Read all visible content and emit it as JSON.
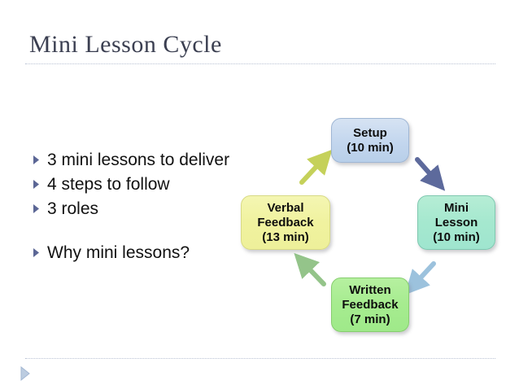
{
  "slide": {
    "title": "Mini Lesson Cycle"
  },
  "bullets": [
    {
      "text": "3 mini lessons to deliver",
      "marker": "triangle-right-bullet",
      "spaced": false
    },
    {
      "text": "4 steps to follow",
      "marker": "triangle-right-bullet",
      "spaced": false
    },
    {
      "text": "3 roles",
      "marker": "triangle-right-bullet",
      "spaced": false
    },
    {
      "text": "Why mini lessons?",
      "marker": "triangle-right-bullet",
      "spaced": true
    }
  ],
  "cycle": {
    "nodes": [
      {
        "id": "setup",
        "line1": "Setup",
        "line2": "(10 min)",
        "line3": "",
        "color": "#c3d6ee"
      },
      {
        "id": "mini",
        "line1": "Mini",
        "line2": "Lesson",
        "line3": "(10 min)",
        "color": "#a5e8cf"
      },
      {
        "id": "written",
        "line1": "Written",
        "line2": "Feedback",
        "line3": "(7 min)",
        "color": "#a6ec8f"
      },
      {
        "id": "verbal",
        "line1": "Verbal",
        "line2": "Feedback",
        "line3": "(13 min)",
        "color": "#f0f29f"
      }
    ],
    "arrows": [
      {
        "id": "setup-to-mini",
        "from": "setup",
        "to": "mini",
        "color": "#5d6a9c",
        "direction": "down-right"
      },
      {
        "id": "mini-to-written",
        "from": "mini",
        "to": "written",
        "color": "#9cc2dd",
        "direction": "down-left"
      },
      {
        "id": "written-to-verbal",
        "from": "written",
        "to": "verbal",
        "color": "#94c48a",
        "direction": "up-left"
      },
      {
        "id": "verbal-to-setup",
        "from": "verbal",
        "to": "setup",
        "color": "#c5d15a",
        "direction": "up-right"
      }
    ]
  },
  "decor": {
    "title_rule": "dotted-divider",
    "footer_rule": "dotted-divider",
    "footer_marker": "triangle-right-marker"
  }
}
